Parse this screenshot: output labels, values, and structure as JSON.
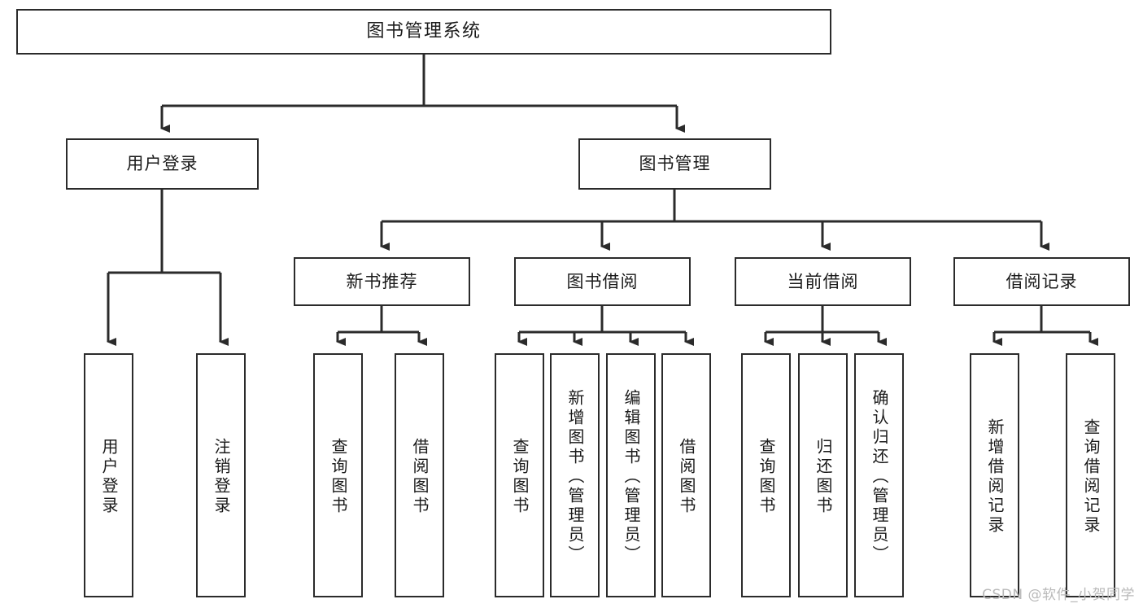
{
  "diagram": {
    "title": "图书管理系统",
    "type": "tree-hierarchy-diagram",
    "watermark": "CSDN @软件_小贺同学",
    "colors": {
      "background": "#ffffff",
      "box_border": "#2b2b2b",
      "box_fill": "#ffffff",
      "connector": "#2b2b2b",
      "text": "#1a1a1a",
      "watermark": "#b9b9b9"
    }
  },
  "nodes": {
    "root": {
      "label": "图书管理系统"
    },
    "level2": [
      {
        "label": "用户登录"
      },
      {
        "label": "图书管理"
      }
    ],
    "level3": [
      {
        "label": "新书推荐"
      },
      {
        "label": "图书借阅"
      },
      {
        "label": "当前借阅"
      },
      {
        "label": "借阅记录"
      }
    ],
    "leaves": {
      "user_login": [
        {
          "label": "用户登录"
        },
        {
          "label": "注销登录"
        }
      ],
      "new_book_recommend": [
        {
          "label": "查询图书"
        },
        {
          "label": "借阅图书"
        }
      ],
      "book_borrow": [
        {
          "label": "查询图书"
        },
        {
          "label": "新增图书（管理员）"
        },
        {
          "label": "编辑图书（管理员）"
        },
        {
          "label": "借阅图书"
        }
      ],
      "current_borrow": [
        {
          "label": "查询图书"
        },
        {
          "label": "归还图书"
        },
        {
          "label": "确认归还（管理员）"
        }
      ],
      "borrow_record": [
        {
          "label": "新增借阅记录"
        },
        {
          "label": "查询借阅记录"
        }
      ]
    }
  }
}
